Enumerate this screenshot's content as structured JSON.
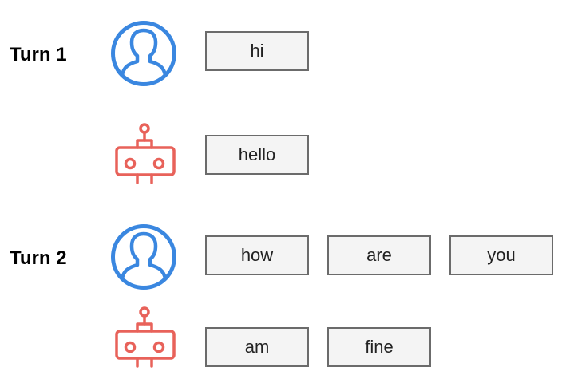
{
  "colors": {
    "user": "#3a87e0",
    "bot": "#e8625a",
    "token_border": "#6b6b6b",
    "token_fill": "#f4f4f4"
  },
  "turns": [
    {
      "label": "Turn 1",
      "user_icon": "user-icon",
      "bot_icon": "robot-icon",
      "user_tokens": [
        "hi"
      ],
      "bot_tokens": [
        "hello"
      ]
    },
    {
      "label": "Turn 2",
      "user_icon": "user-icon",
      "bot_icon": "robot-icon",
      "user_tokens": [
        "how",
        "are",
        "you"
      ],
      "bot_tokens": [
        "am",
        "fine"
      ]
    }
  ]
}
